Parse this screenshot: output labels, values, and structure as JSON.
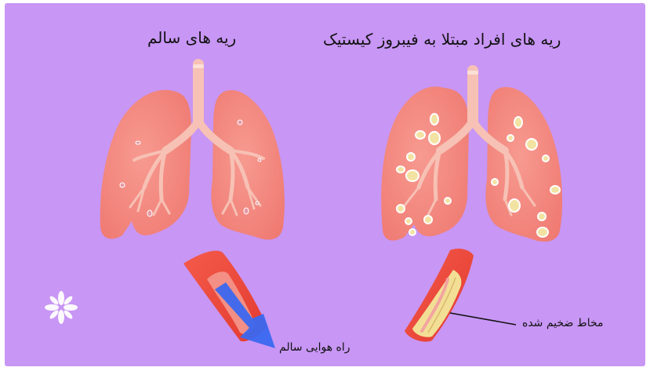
{
  "titles": {
    "healthy_lungs": "ریه های سالم",
    "cf_lungs": "ریه های افراد مبتلا به فیبروز کیستیک"
  },
  "labels": {
    "healthy_airway": "راه هوایی سالم",
    "thick_mucus": "مخاط ضخیم شده"
  },
  "colors": {
    "background": "#c896f5",
    "lung": "#f4877f",
    "airway_tree": "#f7c1b5",
    "mucus": "#f2df95",
    "airway_wall": "#f04b3d",
    "air_flow": "#3a68f0"
  }
}
